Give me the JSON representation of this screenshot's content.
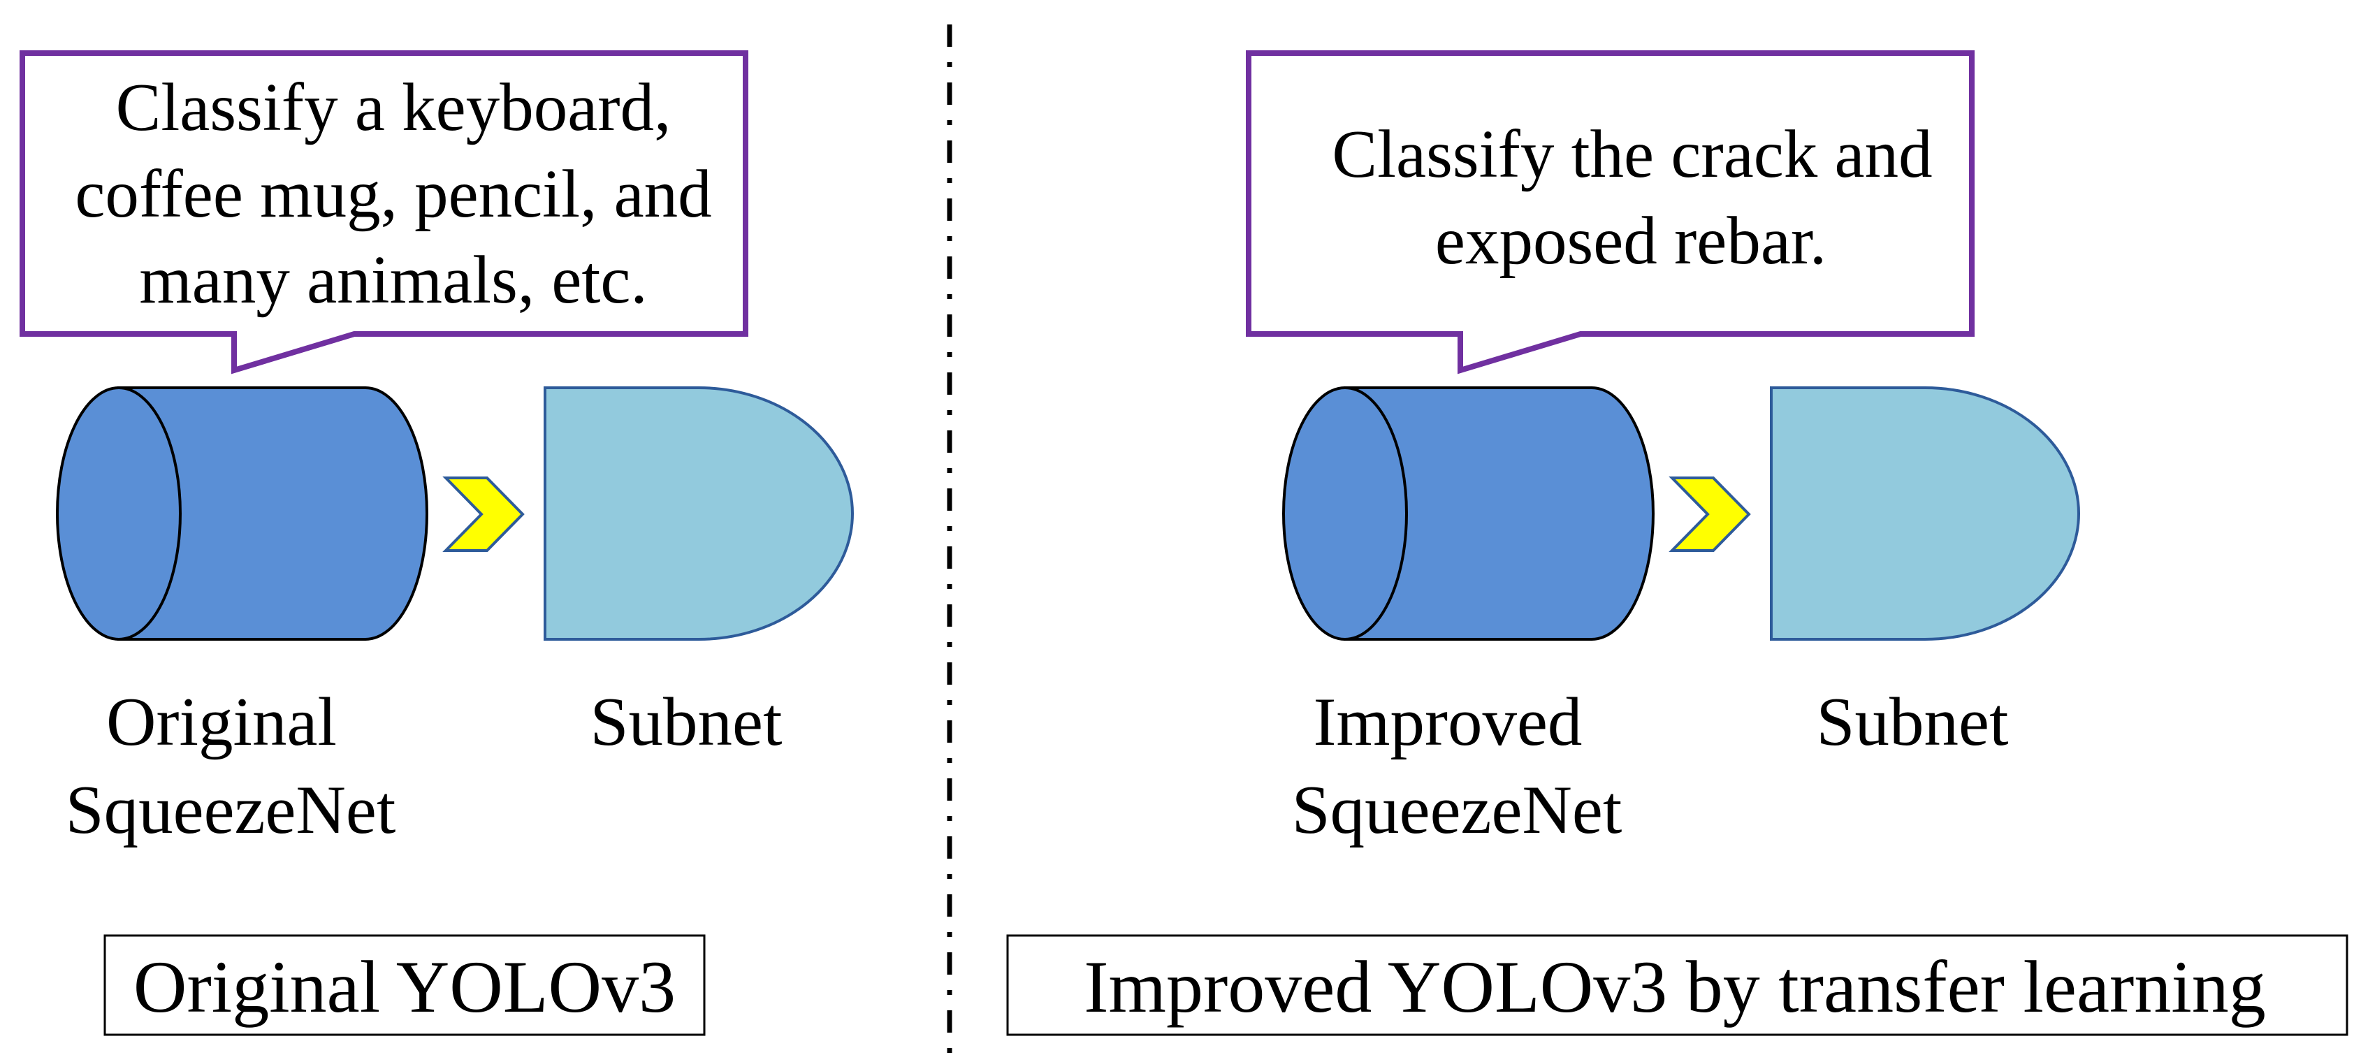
{
  "colors": {
    "cylinder_fill": "#5a8fd6",
    "subnet_fill": "#92cadd",
    "arrow_fill": "#ffff00",
    "callout_border": "#7030a0",
    "divider": "#000000"
  },
  "left": {
    "callout": [
      "Classify a keyboard,",
      "coffee mug, pencil, and",
      "many animals, etc."
    ],
    "backbone": [
      "Original",
      "SqueezeNet"
    ],
    "subnet": "Subnet",
    "caption": "Original YOLOv3"
  },
  "right": {
    "callout": [
      "Classify the crack and",
      "exposed rebar."
    ],
    "backbone": [
      "Improved",
      "SqueezeNet"
    ],
    "subnet": "Subnet",
    "caption": "Improved YOLOv3 by transfer learning"
  }
}
